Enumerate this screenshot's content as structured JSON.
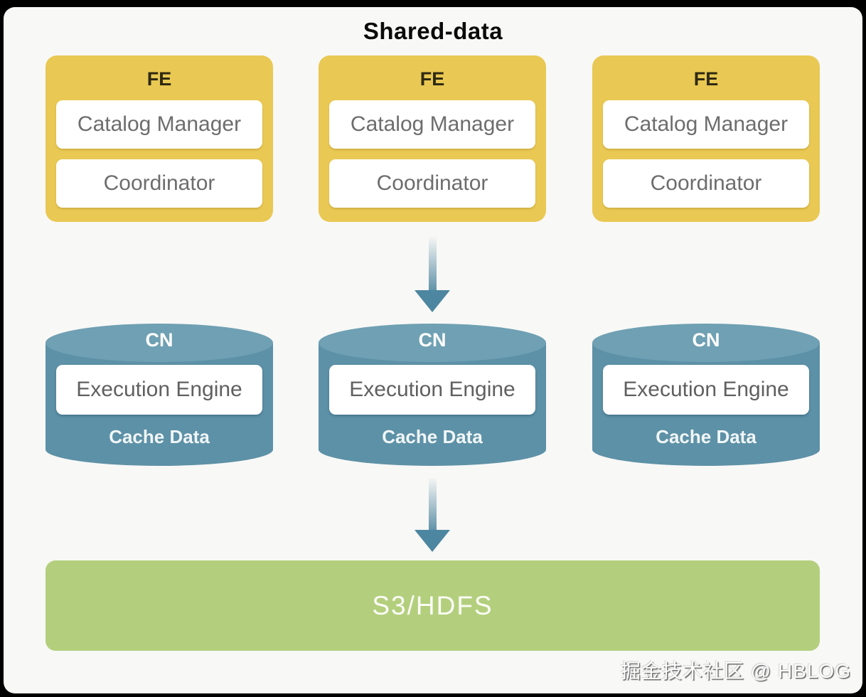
{
  "title": "Shared-data",
  "fe_nodes": [
    {
      "label": "FE",
      "components": [
        "Catalog Manager",
        "Coordinator"
      ]
    },
    {
      "label": "FE",
      "components": [
        "Catalog Manager",
        "Coordinator"
      ]
    },
    {
      "label": "FE",
      "components": [
        "Catalog Manager",
        "Coordinator"
      ]
    }
  ],
  "cn_nodes": [
    {
      "label": "CN",
      "engine": "Execution Engine",
      "cache": "Cache Data"
    },
    {
      "label": "CN",
      "engine": "Execution Engine",
      "cache": "Cache Data"
    },
    {
      "label": "CN",
      "engine": "Execution Engine",
      "cache": "Cache Data"
    }
  ],
  "storage": {
    "label": "S3/HDFS"
  },
  "watermark": "掘金技术社区 @ HBLOG",
  "colors": {
    "background": "#000000",
    "panel": "#F8F8F6",
    "fe_box": "#E9C853",
    "cn_top": "#6FA0B3",
    "cn_body": "#5D91A7",
    "arrow": "#4D86A0",
    "storage": "#B3CF7D",
    "component_text": "#6D6D6D",
    "title_text": "#0B0B0B"
  }
}
